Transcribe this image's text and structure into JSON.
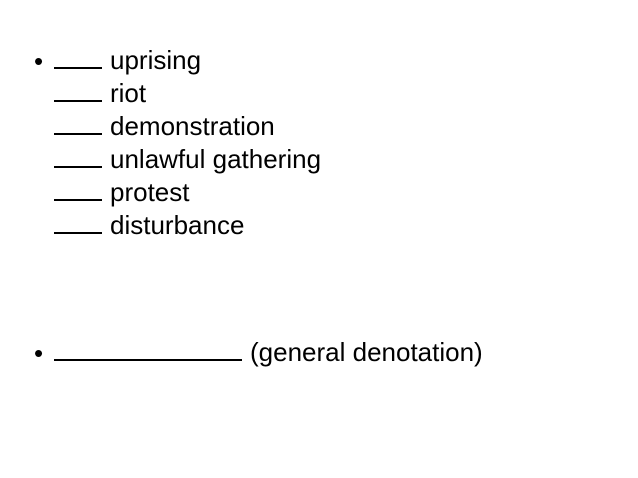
{
  "slide": {
    "background_color": "#ffffff",
    "text_color": "#000000",
    "bullet_glyph": "•"
  },
  "bullets": [
    {
      "name": "ranking-list",
      "marker": "•",
      "items": [
        {
          "blank": "___",
          "term": "uprising"
        },
        {
          "blank": "___",
          "term": "riot"
        },
        {
          "blank": "___",
          "term": "demonstration"
        },
        {
          "blank": "___",
          "term": "unlawful gathering"
        },
        {
          "blank": "___",
          "term": "protest"
        },
        {
          "blank": "___",
          "term": "disturbance"
        }
      ]
    },
    {
      "name": "general-denotation",
      "marker": "•",
      "blank": "____________",
      "label": "(general denotation)"
    }
  ]
}
